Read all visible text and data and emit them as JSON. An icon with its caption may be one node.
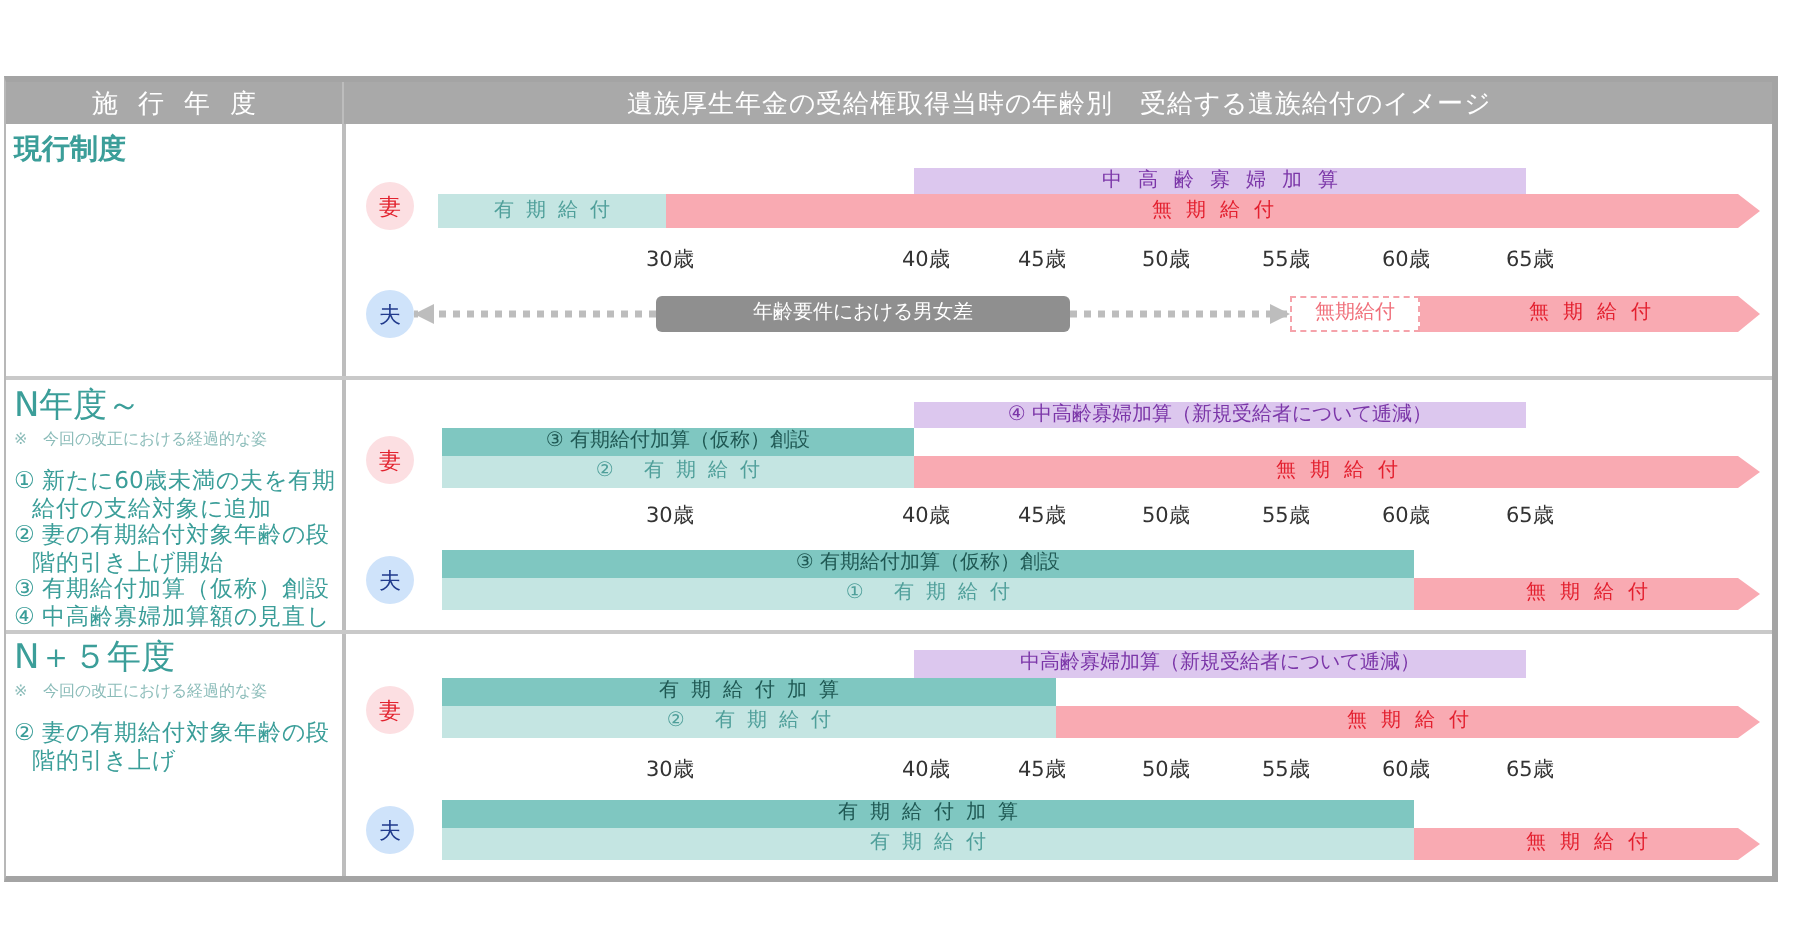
{
  "diagram": {
    "nodes": [
      {
        "text": [
          "中高齢寡婦加算"
        ]
      },
      {
        "text": [
          "妻"
        ]
      },
      {
        "text": [
          "有期給付"
        ]
      },
      {
        "text": [
          "無期給付"
        ]
      },
      {
        "text": [
          "夫"
        ]
      },
      {
        "text": [
          "年齢要件における男女差"
        ]
      },
      {
        "text": [
          "無期給付"
        ]
      },
      {
        "text": [
          "無期給付"
        ]
      },
      {
        "text": [
          "④ 中高齢寡婦加算（新規受給者について逓減）"
        ]
      },
      {
        "text": [
          "妻"
        ]
      },
      {
        "text": [
          "③ 有期給付加算（仮称）創設"
        ]
      },
      {
        "text": [
          "② 有期給付"
        ]
      },
      {
        "text": [
          "無期給付"
        ]
      },
      {
        "text": [
          "夫"
        ]
      },
      {
        "text": [
          "③ 有期給付加算（仮称）創設"
        ]
      },
      {
        "text": [
          "① 有期給付"
        ]
      },
      {
        "text": [
          "無期給付"
        ]
      },
      {
        "text": [
          "中高齢寡婦加算（新規受給者について逓減）"
        ]
      },
      {
        "text": [
          "妻"
        ]
      },
      {
        "text": [
          "有期給付加算"
        ]
      },
      {
        "text": [
          "② 有期給付"
        ]
      },
      {
        "text": [
          "無期給付"
        ]
      },
      {
        "text": [
          "夫"
        ]
      },
      {
        "text": [
          "有期給付加算"
        ]
      },
      {
        "text": [
          "有期給付"
        ]
      },
      {
        "text": [
          "無期給付"
        ]
      }
    ],
    "edges": [
      {
        "from": 5,
        "to": 4,
        "arrow": "to",
        "style": "dashed"
      },
      {
        "from": 5,
        "to": 6,
        "arrow": "to",
        "style": "dashed"
      }
    ],
    "labels": [
      "施行年度",
      "遺族厚生年金の受給権取得当時の年齢別　受給する遺族給付のイメージ",
      "現行制度",
      "30歳",
      "40歳",
      "45歳",
      "50歳",
      "55歳",
      "60歳",
      "65歳",
      "N年度～",
      "※　今回の改正における経過的な姿",
      "① 新たに60歳未満の夫を有期給付の支給対象に追加",
      "② 妻の有期給付対象年齢の段階的引き上げ開始",
      "③ 有期給付加算（仮称）創設",
      "④ 中高齢寡婦加算額の見直し",
      "30歳",
      "40歳",
      "45歳",
      "50歳",
      "55歳",
      "60歳",
      "65歳",
      "N＋５年度",
      "※　今回の改正における経過的な姿",
      "② 妻の有期給付対象年齢の段階的引き上げ",
      "30歳",
      "40歳",
      "45歳",
      "50歳",
      "55歳",
      "60歳",
      "65歳"
    ]
  }
}
